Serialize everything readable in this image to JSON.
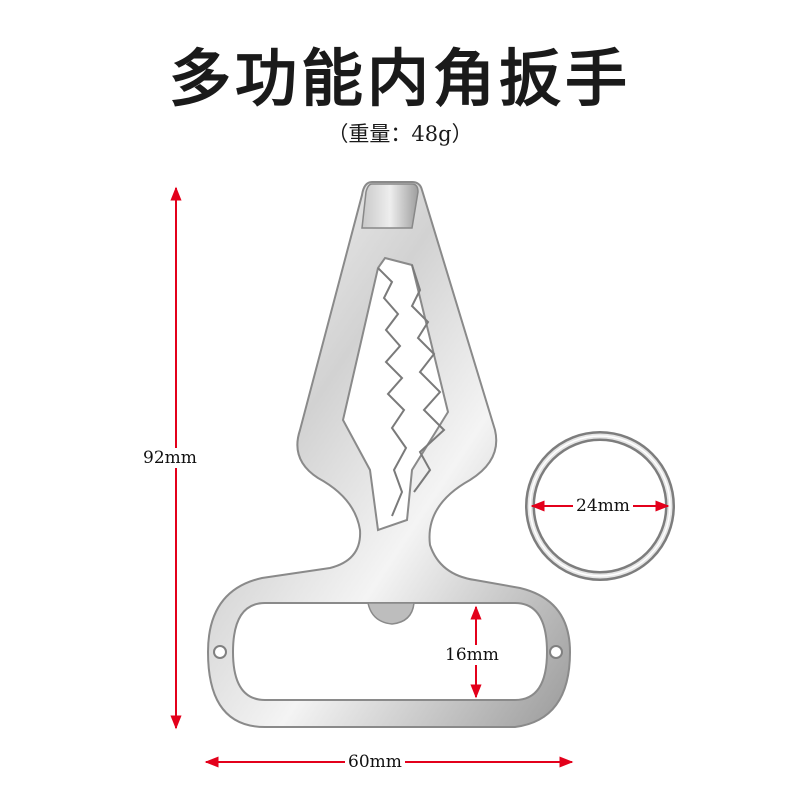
{
  "header": {
    "title": "多功能内角扳手",
    "subtitle": "（重量：48g）"
  },
  "dimensions": {
    "height_label": "92mm",
    "width_label": "60mm",
    "ring_label": "24mm",
    "slot_label": "16mm"
  },
  "colors": {
    "dimension_line": "#e3001b",
    "metal_light": "#f1f1f1",
    "metal_dark": "#8c8c8c",
    "text": "#1a1a1a"
  }
}
